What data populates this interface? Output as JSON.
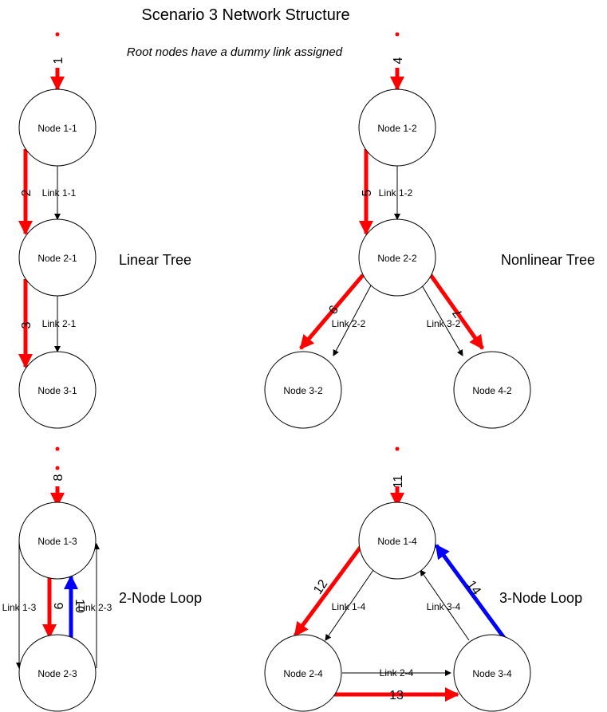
{
  "title": "Scenario 3 Network Structure",
  "subtitle": "Root nodes have a dummy link assigned",
  "colors": {
    "forward": "#ff0000",
    "backward": "#0000ff",
    "link": "#000000"
  },
  "groups": {
    "linear": "Linear Tree",
    "nonlinear": "Nonlinear Tree",
    "loop2": "2-Node Loop",
    "loop3": "3-Node Loop"
  },
  "nodes": {
    "n11": "Node 1-1",
    "n21": "Node 2-1",
    "n31": "Node 3-1",
    "n12": "Node 1-2",
    "n22": "Node 2-2",
    "n32": "Node 3-2",
    "n42": "Node 4-2",
    "n13": "Node 1-3",
    "n23": "Node 2-3",
    "n14": "Node 1-4",
    "n24": "Node 2-4",
    "n34": "Node 3-4"
  },
  "links": {
    "l11": "Link 1-1",
    "l21": "Link 2-1",
    "l12": "Link 1-2",
    "l22": "Link 2-2",
    "l32": "Link 3-2",
    "l13": "Link 1-3",
    "l23": "Link 2-3",
    "l14": "Link 1-4",
    "l24": "Link 2-4",
    "l34": "Link 3-4"
  },
  "sequence": {
    "s1": "1",
    "s2": "2",
    "s3": "3",
    "s4": "4",
    "s5": "5",
    "s6": "6",
    "s7": "7",
    "s8": "8",
    "s9": "9",
    "s10": "10",
    "s11": "11",
    "s12": "12",
    "s13": "13",
    "s14": "14"
  }
}
